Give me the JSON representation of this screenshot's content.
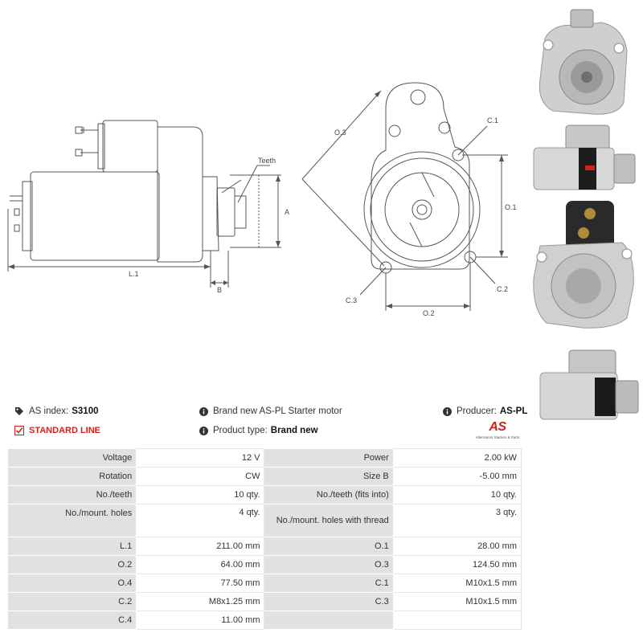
{
  "diagram": {
    "side_labels": {
      "teeth": "Teeth",
      "a": "A",
      "b": "B",
      "l1": "L.1"
    },
    "front_labels": {
      "o3": "O.3",
      "c1": "C.1",
      "o1": "O.1",
      "c2": "C.2",
      "c3": "C.3",
      "o2": "O.2"
    }
  },
  "info": {
    "as_index_label": "AS index:",
    "as_index_value": "S3100",
    "description": "Brand new AS-PL Starter motor",
    "producer_label": "Producer:",
    "producer_value": "AS-PL",
    "standard_line": "STANDARD LINE",
    "product_type_label": "Product type:",
    "product_type_value": "Brand new",
    "logo_text": "AS",
    "logo_tagline": "Alternators Starters & Parts"
  },
  "specs": [
    [
      {
        "k": "Voltage",
        "v": "12 V"
      },
      {
        "k": "Power",
        "v": "2.00 kW"
      }
    ],
    [
      {
        "k": "Rotation",
        "v": "CW"
      },
      {
        "k": "Size B",
        "v": "-5.00 mm"
      }
    ],
    [
      {
        "k": "No./teeth",
        "v": "10 qty."
      },
      {
        "k": "No./teeth (fits into)",
        "v": "10 qty."
      }
    ],
    [
      {
        "k": "No./mount. holes",
        "v": "4 qty."
      },
      {
        "k": "No./mount. holes with thread",
        "v": "3 qty."
      }
    ],
    [
      {
        "k": "L.1",
        "v": "211.00 mm"
      },
      {
        "k": "O.1",
        "v": "28.00 mm"
      }
    ],
    [
      {
        "k": "O.2",
        "v": "64.00 mm"
      },
      {
        "k": "O.3",
        "v": "124.50 mm"
      }
    ],
    [
      {
        "k": "O.4",
        "v": "77.50 mm"
      },
      {
        "k": "C.1",
        "v": "M10x1.5 mm"
      }
    ],
    [
      {
        "k": "C.2",
        "v": "M8x1.25 mm"
      },
      {
        "k": "C.3",
        "v": "M10x1.5 mm"
      }
    ],
    [
      {
        "k": "C.4",
        "v": "11.00 mm"
      },
      {
        "k": "",
        "v": ""
      }
    ]
  ],
  "colors": {
    "accent_red": "#d0211d",
    "key_cell_bg": "#e1e1e1",
    "line": "#555555"
  }
}
